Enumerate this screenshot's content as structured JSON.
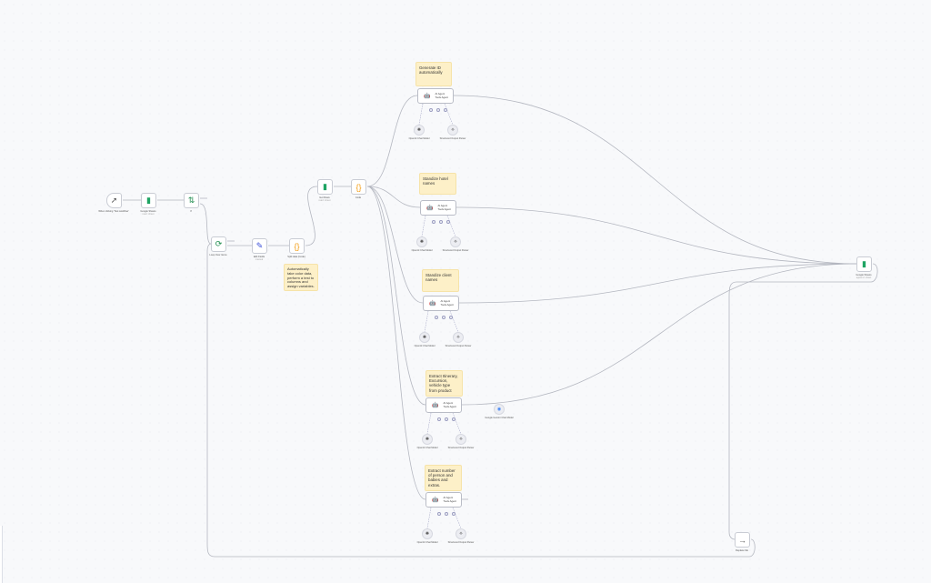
{
  "nodes": {
    "trigger": {
      "label": "When clicking 'Test workflow'"
    },
    "sheets_in": {
      "label": "Google Sheets",
      "sub": "read: sheet"
    },
    "if": {
      "label": "If"
    },
    "loop": {
      "label": "Loop Over Items"
    },
    "edit": {
      "label": "Edit Fields",
      "sub": "manual"
    },
    "split_code": {
      "label": "Split data (Code)"
    },
    "get_rows": {
      "label": "Get Rows",
      "sub": "read: sheet"
    },
    "code": {
      "label": "Code"
    },
    "sheets_out": {
      "label": "Google Sheets",
      "sub": "append: sheet"
    },
    "replace": {
      "label": "Replace Me"
    },
    "gemini": {
      "label": "Google Gemini Chat Model"
    }
  },
  "stickies": [
    "Generate ID automatically",
    "Standize hotel names",
    "Standize client names",
    "Extract Itinerary, Excursion, vehicle type from product",
    "Extract number of person and babies and extras.",
    "Automatically take color data, perform a test to columns and assign variables."
  ],
  "agent": {
    "title": "AI Agent",
    "sub": "Tools Agent",
    "model": "OpenAI Chat Model",
    "parser": "Structured Output Parser"
  }
}
